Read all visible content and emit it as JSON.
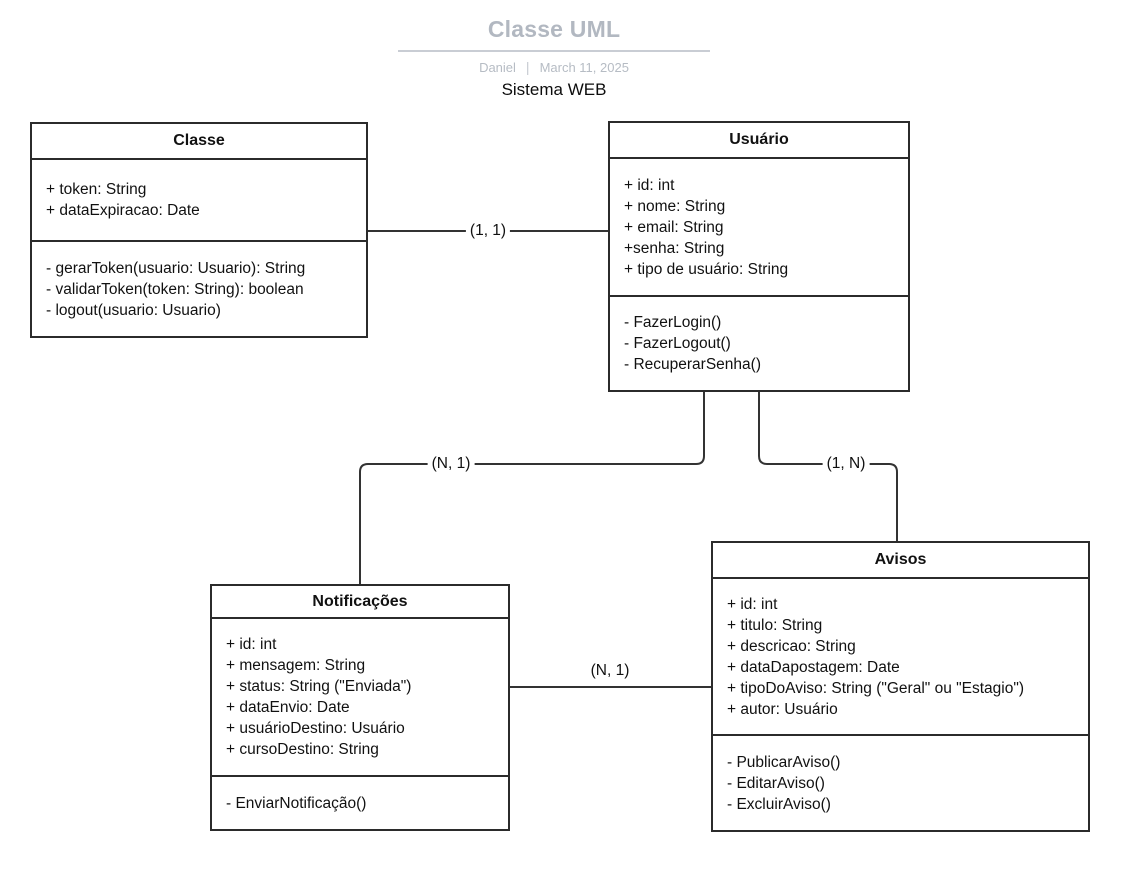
{
  "header": {
    "title": "Classe UML",
    "author": "Daniel",
    "separator": "|",
    "date": "March 11, 2025",
    "subtitle": "Sistema WEB"
  },
  "classes": [
    {
      "name": "Classe",
      "attributes": [
        "+ token: String",
        "+ dataExpiracao: Date"
      ],
      "methods": [
        "- gerarToken(usuario: Usuario): String",
        "- validarToken(token: String): boolean",
        "- logout(usuario: Usuario)"
      ]
    },
    {
      "name": "Usuário",
      "attributes": [
        "+ id: int",
        "+ nome: String",
        "+ email: String",
        "+senha: String",
        "+ tipo de usuário: String"
      ],
      "methods": [
        "- FazerLogin()",
        "- FazerLogout()",
        "- RecuperarSenha()"
      ]
    },
    {
      "name": "Notificações",
      "attributes": [
        "+ id: int",
        "+ mensagem: String",
        "+ status: String (\"Enviada\")",
        "+ dataEnvio: Date",
        "+ usuárioDestino: Usuário",
        "+ cursoDestino: String"
      ],
      "methods": [
        "- EnviarNotificação()"
      ]
    },
    {
      "name": "Avisos",
      "attributes": [
        "+ id: int",
        "+ titulo: String",
        "+ descricao: String",
        "+ dataDapostagem: Date",
        "+ tipoDoAviso: String (\"Geral\" ou \"Estagio\")",
        "+ autor: Usuário"
      ],
      "methods": [
        "- PublicarAviso()",
        "- EditarAviso()",
        "- ExcluirAviso()"
      ]
    }
  ],
  "connectors": [
    {
      "from": "Classe",
      "to": "Usuário",
      "label": "(1, 1)"
    },
    {
      "from": "Usuário",
      "to": "Notificações",
      "label": "(N, 1)"
    },
    {
      "from": "Usuário",
      "to": "Avisos",
      "label": "(1, N)"
    },
    {
      "from": "Notificações",
      "to": "Avisos",
      "label": "(N, 1)"
    }
  ],
  "colors": {
    "background": "#ffffff",
    "box_border": "#2b2b2b",
    "connector_line": "#333333",
    "text": "#111111",
    "title_gray": "#b2b8c1",
    "byline_gray": "#b6bcc4",
    "divider_gray": "#c9cdd4"
  }
}
